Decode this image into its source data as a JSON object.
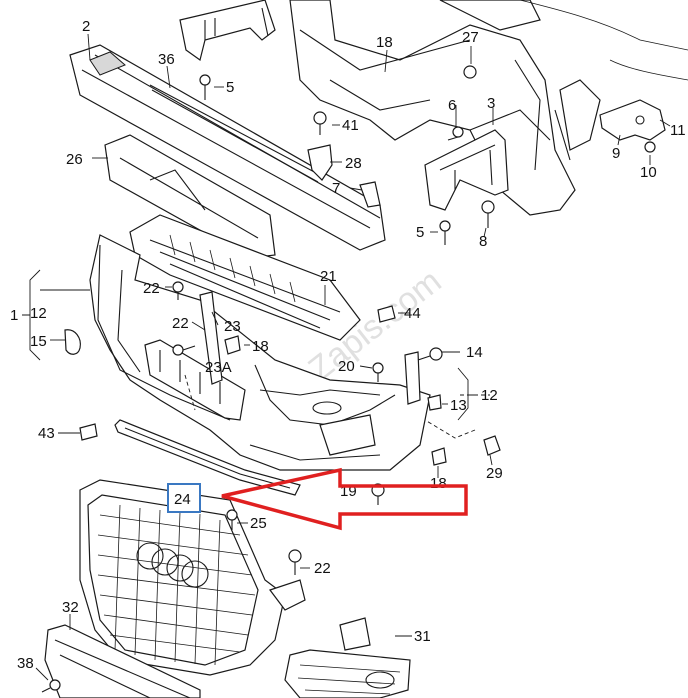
{
  "diagram": {
    "watermark": "Zapis.com",
    "highlighted_part": "24",
    "callouts": {
      "c1": "1",
      "c2": "2",
      "c3": "3",
      "c5a": "5",
      "c5b": "5",
      "c6": "6",
      "c7": "7",
      "c8": "8",
      "c9": "9",
      "c10": "10",
      "c11": "11",
      "c12a": "12",
      "c12b": "12",
      "c13": "13",
      "c14": "14",
      "c15": "15",
      "c18a": "18",
      "c18b": "18",
      "c18c": "18",
      "c19": "19",
      "c20": "20",
      "c21": "21",
      "c22a": "22",
      "c22b": "22",
      "c22c": "22",
      "c23": "23",
      "c23a": "23A",
      "c25": "25",
      "c26": "26",
      "c27": "27",
      "c28": "28",
      "c29": "29",
      "c31": "31",
      "c32": "32",
      "c36": "36",
      "c38": "38",
      "c41": "41",
      "c43": "43",
      "c44": "44"
    },
    "colors": {
      "arrow": "#e02020",
      "highlight_box": "#3a78c2",
      "line": "#1a1a1a"
    }
  }
}
